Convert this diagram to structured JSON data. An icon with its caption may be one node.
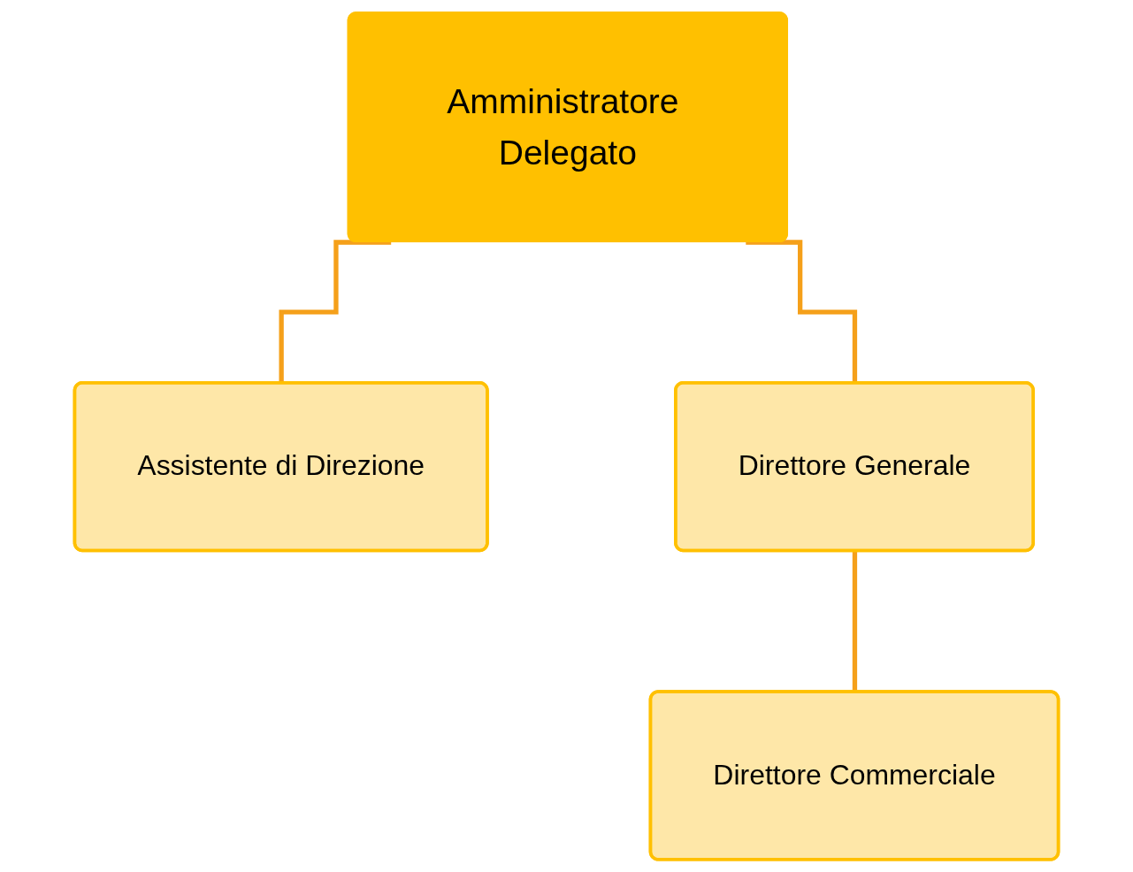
{
  "diagram": {
    "nodes": [
      {
        "text": [
          "Amministratore Delegato"
        ]
      },
      {
        "text": [
          "Assistente di Direzione"
        ]
      },
      {
        "text": [
          "Direttore Generale"
        ]
      },
      {
        "text": [
          "Direttore Commerciale"
        ]
      }
    ],
    "edges": [
      {
        "from": 0,
        "to": 1,
        "arrow": "none"
      },
      {
        "from": 0,
        "to": 2,
        "arrow": "none"
      },
      {
        "from": 2,
        "to": 3,
        "arrow": "none"
      }
    ]
  }
}
